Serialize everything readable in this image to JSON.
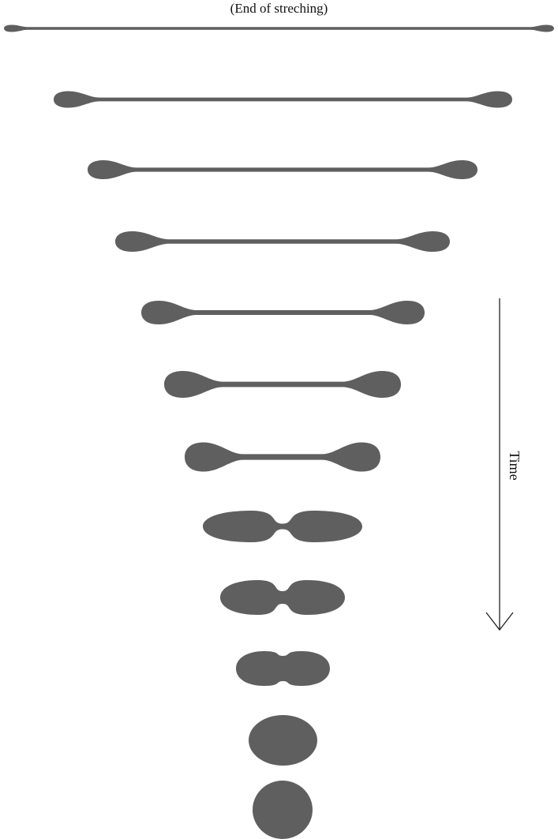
{
  "caption": "(End of streching)",
  "time_label": "Time",
  "colors": {
    "filament": "#5f5f5f",
    "arrow": "#222222",
    "text": "#111111",
    "background": "#ffffff"
  },
  "stages_count": 12
}
